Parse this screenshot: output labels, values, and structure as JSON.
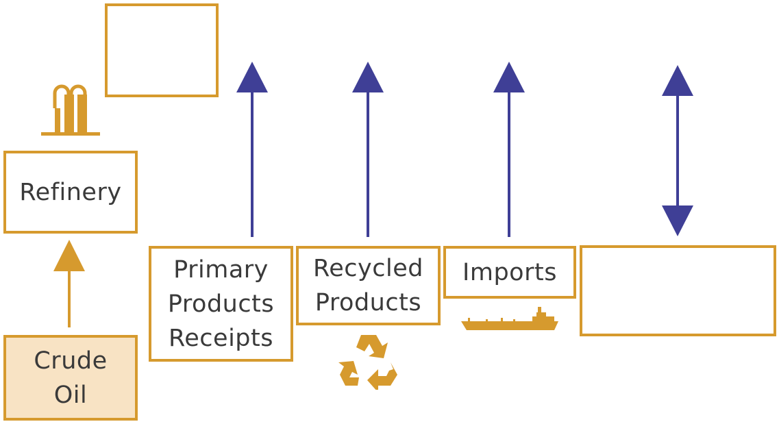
{
  "colors": {
    "accent": "#d69a2e",
    "arrow": "#3f3f96",
    "crude_fill": "#f8e3c4",
    "text": "#3a3a3a"
  },
  "boxes": {
    "top_blank": "",
    "refinery": "Refinery",
    "crude": [
      "Crude",
      "Oil"
    ],
    "primary": [
      "Primary",
      "Products",
      "Receipts"
    ],
    "recycled": [
      "Recycled",
      "Products"
    ],
    "imports": "Imports",
    "right_blank": ""
  },
  "icons": [
    "refinery-icon",
    "recycle-icon",
    "tanker-ship-icon"
  ]
}
